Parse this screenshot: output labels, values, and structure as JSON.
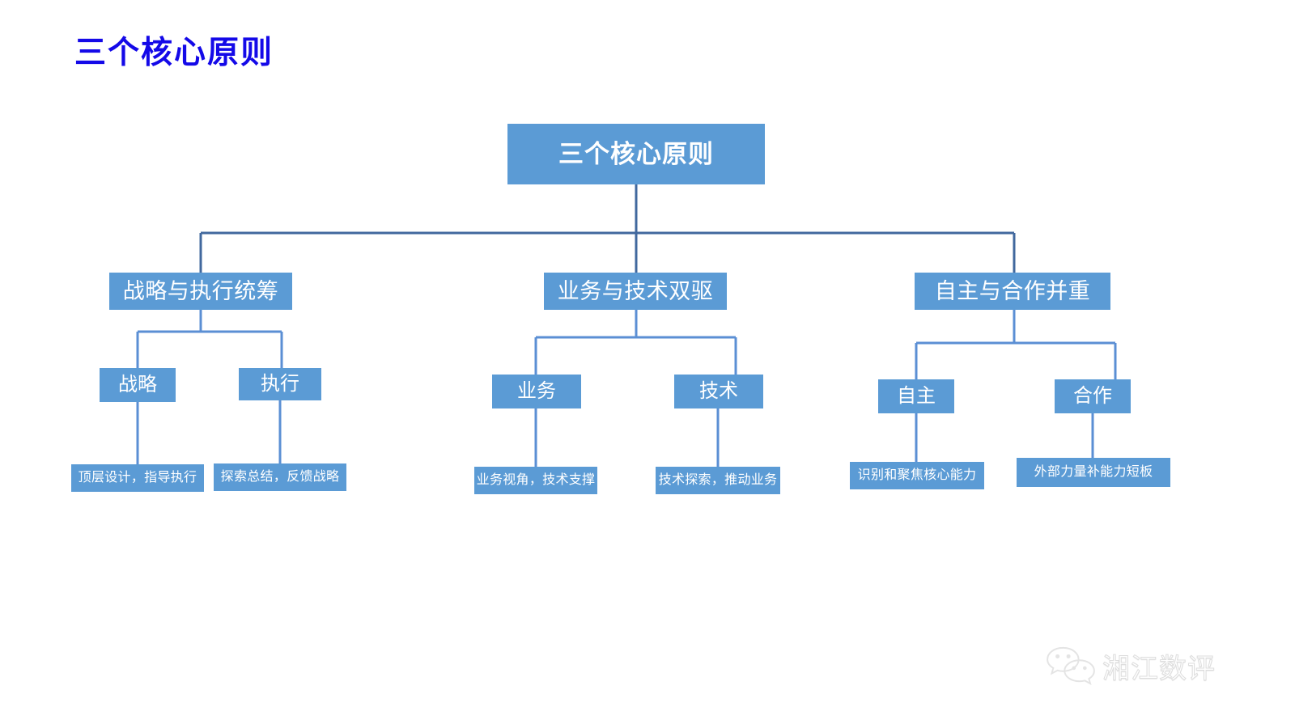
{
  "slide": {
    "title": "三个核心原则",
    "title_color": "#1409E8",
    "background_color": "#FFFFFF"
  },
  "theme": {
    "node_fill": "#5B9BD5",
    "node_text": "#FFFFFF",
    "connector_top": "#41689E",
    "connector_branch": "#5B8FD4"
  },
  "diagram": {
    "type": "org-tree",
    "root": {
      "label": "三个核心原则"
    },
    "branches": [
      {
        "label": "战略与执行统筹",
        "children": [
          {
            "label": "战略",
            "detail": "顶层设计，指导执行"
          },
          {
            "label": "执行",
            "detail": "探索总结，反馈战略"
          }
        ]
      },
      {
        "label": "业务与技术双驱",
        "children": [
          {
            "label": "业务",
            "detail": "业务视角，技术支撑"
          },
          {
            "label": "技术",
            "detail": "技术探索，推动业务"
          }
        ]
      },
      {
        "label": "自主与合作并重",
        "children": [
          {
            "label": "自主",
            "detail": "识别和聚焦核心能力"
          },
          {
            "label": "合作",
            "detail": "外部力量补能力短板"
          }
        ]
      }
    ]
  },
  "watermark": {
    "icon": "wechat-icon",
    "text": "湘江数评"
  }
}
